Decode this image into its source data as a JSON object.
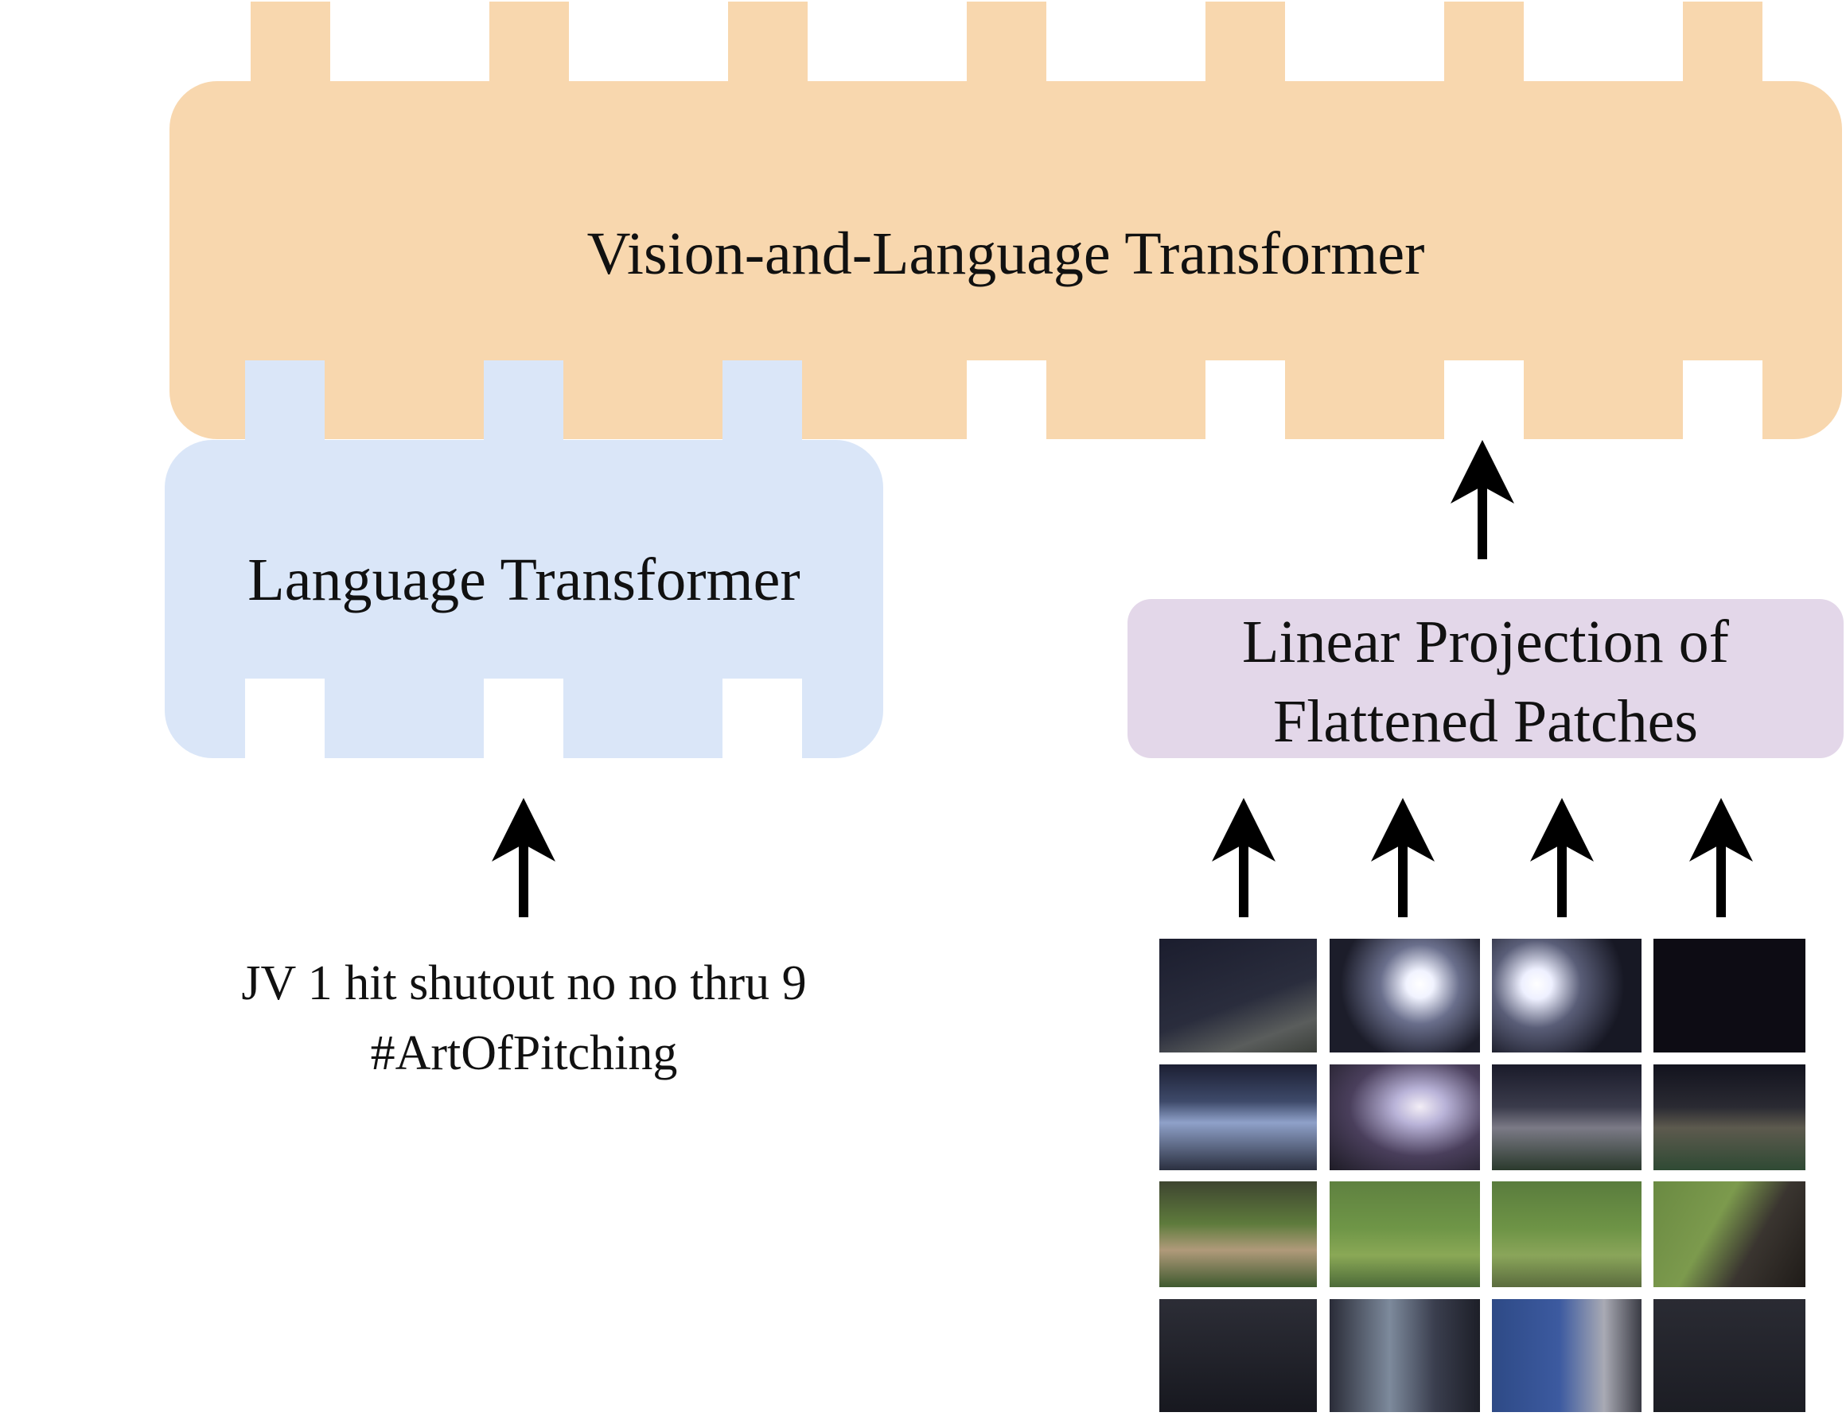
{
  "diagram": {
    "vision_language_transformer": {
      "label": "Vision-and-Language Transformer",
      "color": "#f8d7ae"
    },
    "language_transformer": {
      "label": "Language Transformer",
      "color": "#dae6f8"
    },
    "linear_projection": {
      "label_line1": "Linear Projection of",
      "label_line2": "Flattened Patches",
      "color": "#e3d7e9"
    },
    "text_input": {
      "line1": "JV 1 hit shutout no no thru 9",
      "line2": "#ArtOfPitching"
    },
    "image_input": {
      "rows": 4,
      "cols": 4
    },
    "arrow_color": "#000000",
    "arrow_icon": "up-arrow-icon"
  }
}
